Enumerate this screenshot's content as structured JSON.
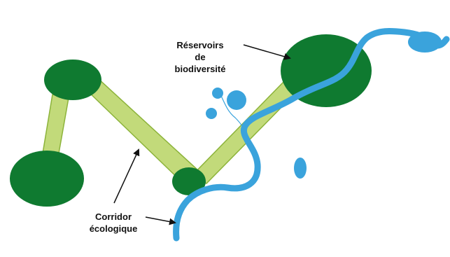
{
  "labels": {
    "reservoirs_line1": "Réservoirs",
    "reservoirs_line2": "de",
    "reservoirs_line3": "biodiversité",
    "corridor_line1": "Corridor",
    "corridor_line2": "écologique"
  },
  "colors": {
    "reservoir_fill": "#0f7a30",
    "corridor_fill": "#c2da7a",
    "corridor_stroke": "#8cb33a",
    "water": "#3aa3dc",
    "arrow": "#111111",
    "background": "#ffffff"
  }
}
